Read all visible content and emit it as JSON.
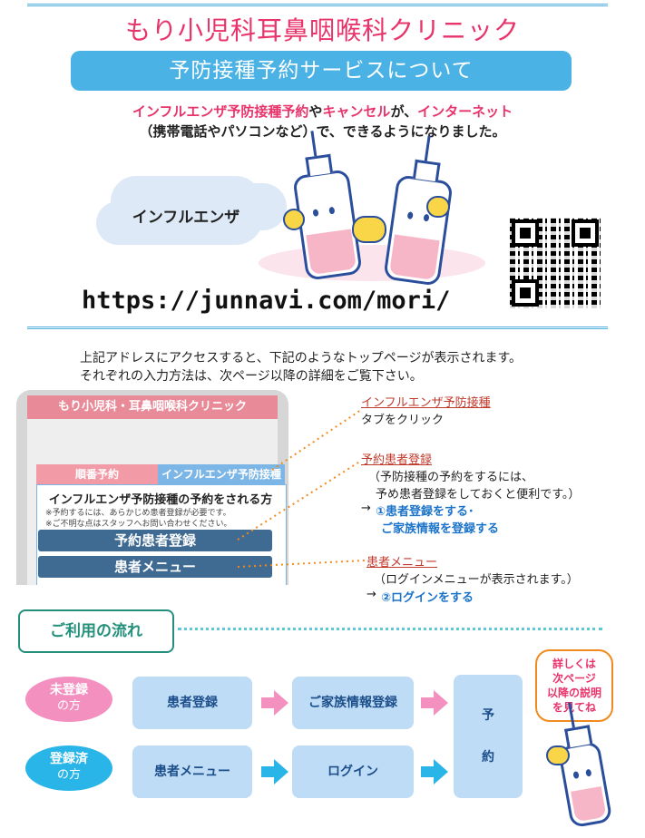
{
  "header": {
    "clinic_name": "もり小児科耳鼻咽喉科クリニック",
    "service_title": "予防接種予約サービスについて"
  },
  "intro": {
    "line1_a": "インフルエンザ予防接種予約",
    "line1_b": "や",
    "line1_c": "キャンセル",
    "line1_d": "が、",
    "line1_e": "インターネット",
    "line2": "（携帯電話やパソコンなど）で、できるようになりました。"
  },
  "illustration": {
    "cloud_label": "インフルエンザ"
  },
  "url": "https://junnavi.com/mori/",
  "access": {
    "line1": "上記アドレスにアクセスすると、下記のようなトップページが表示されます。",
    "line2": "それぞれの入力方法は、次ページ以降の詳細をご覧下さい。"
  },
  "phone": {
    "header": "もり小児科・耳鼻咽喉科クリニック",
    "tab_order": "順番予約",
    "tab_vaccine": "インフルエンザ予防接種",
    "body_title": "インフルエンザ予防接種の予約をされる方",
    "note1": "※予約するには、あらかじめ患者登録が必要です。",
    "note2": "※ご不明な点はスタッフへお問い合わせください。",
    "button_register": "予約患者登録",
    "button_menu": "患者メニュー"
  },
  "annotations": {
    "a1_title": "インフルエンザ予防接種",
    "a1_text": "タブをクリック",
    "a2_title": "予約患者登録",
    "a2_text1": "（予防接種の予約をするには、",
    "a2_text2": "予め患者登録をしておくと便利です。）",
    "a2_arrow": "→",
    "a2_link1": "①患者登録をする･",
    "a2_link2": "ご家族情報を登録する",
    "a3_title": "患者メニュー",
    "a3_text": "（ログインメニューが表示されます。）",
    "a3_arrow": "→",
    "a3_link": "②ログインをする"
  },
  "flow": {
    "title": "ご利用の流れ",
    "unregistered_label": "未登録",
    "unregistered_sub": "の方",
    "registered_label": "登録済",
    "registered_sub": "の方",
    "step_patient_register": "患者登録",
    "step_family_register": "ご家族情報登録",
    "step_patient_menu": "患者メニュー",
    "step_login": "ログイン",
    "step_reserve_1": "予",
    "step_reserve_2": "約",
    "bubble_line1": "詳しくは",
    "bubble_line2": "次ページ",
    "bubble_line3": "以降の説明",
    "bubble_line4": "を見てね"
  },
  "colors": {
    "accent_pink": "#e8336b",
    "banner_blue": "#4ab2e4",
    "flow_green": "#24907c",
    "link_blue": "#1a73c9"
  }
}
